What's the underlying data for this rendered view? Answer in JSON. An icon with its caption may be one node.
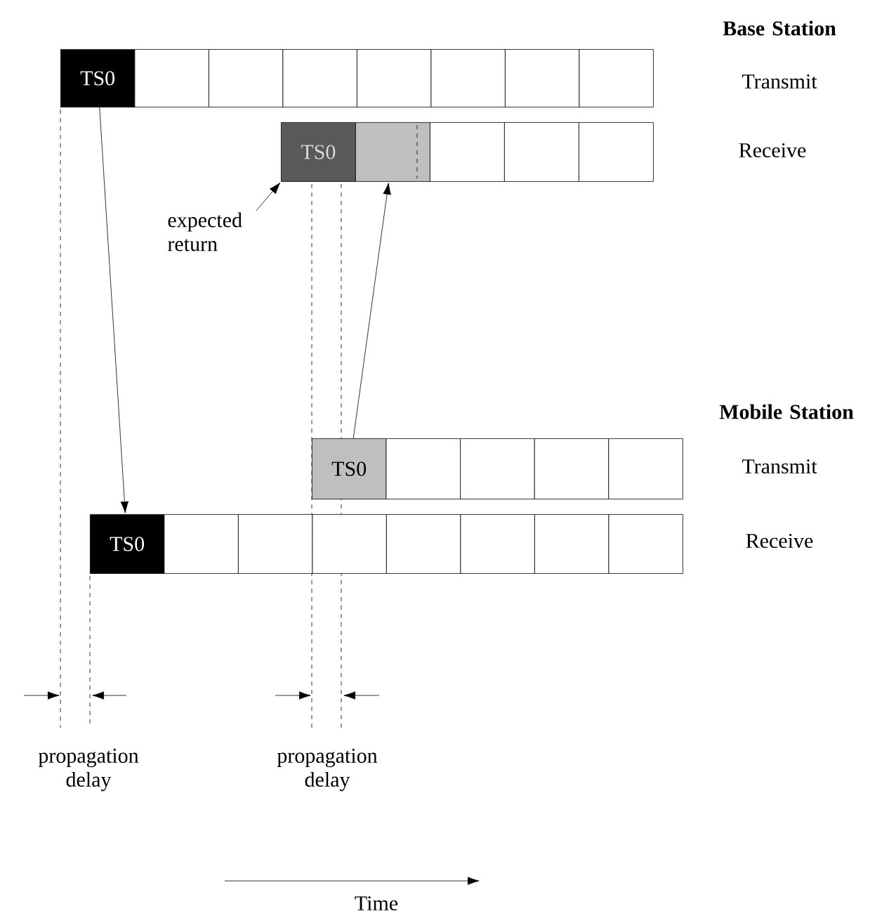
{
  "diagram": {
    "nodes": [
      {
        "text": [
          "TS0"
        ]
      },
      {
        "text": [],
        "shape": "box"
      },
      {
        "text": [],
        "shape": "box"
      },
      {
        "text": [],
        "shape": "box"
      },
      {
        "text": [],
        "shape": "box"
      },
      {
        "text": [],
        "shape": "box"
      },
      {
        "text": [],
        "shape": "box"
      },
      {
        "text": [],
        "shape": "box"
      },
      {
        "text": [
          "TS0"
        ]
      },
      {
        "text": [],
        "shape": "box"
      },
      {
        "text": [],
        "shape": "box"
      },
      {
        "text": [],
        "shape": "box"
      },
      {
        "text": [],
        "shape": "box"
      },
      {
        "text": [
          "TS0"
        ]
      },
      {
        "text": [],
        "shape": "box"
      },
      {
        "text": [],
        "shape": "box"
      },
      {
        "text": [],
        "shape": "box"
      },
      {
        "text": [],
        "shape": "box"
      },
      {
        "text": [
          "TS0"
        ]
      },
      {
        "text": [],
        "shape": "box"
      },
      {
        "text": [],
        "shape": "box"
      },
      {
        "text": [],
        "shape": "box"
      },
      {
        "text": [],
        "shape": "box"
      },
      {
        "text": [],
        "shape": "box"
      },
      {
        "text": [],
        "shape": "box"
      },
      {
        "text": [],
        "shape": "box"
      },
      {
        "text": [
          "expected return"
        ]
      }
    ],
    "edges": [
      {
        "from": 0,
        "to": 18,
        "arrow": "to"
      },
      {
        "from": 13,
        "to": 9,
        "arrow": "to"
      },
      {
        "from": 26,
        "to": 8,
        "arrow": "to"
      }
    ],
    "labels": [
      "Base Station",
      "Transmit",
      "Receive",
      "Mobile Station",
      "Transmit",
      "Receive",
      "propagation delay",
      "propagation delay",
      "Time"
    ]
  }
}
